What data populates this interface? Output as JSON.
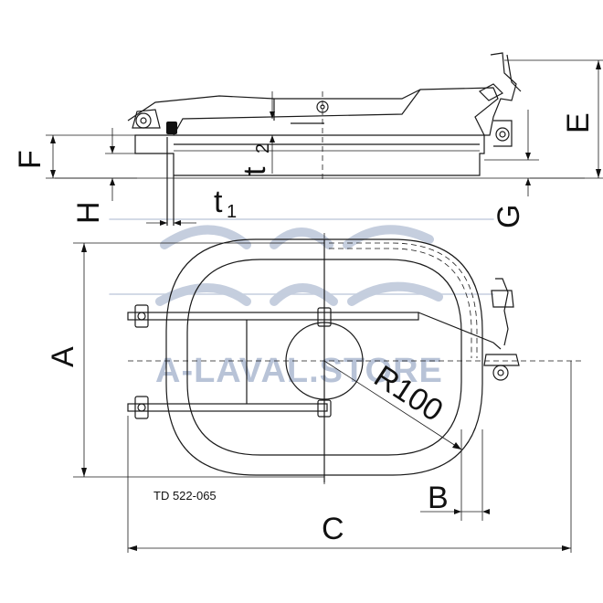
{
  "labels": {
    "A": "A",
    "B": "B",
    "C": "C",
    "E": "E",
    "F": "F",
    "G": "G",
    "H": "H",
    "t1_main": "t",
    "t1_sub": "1",
    "t2_main": "t",
    "t2_sub": "2",
    "radius": "R100"
  },
  "drawing_code": "TD 522-065",
  "watermark": "A-LAVAL.STORE",
  "colors": {
    "line": "#1a1a1a",
    "watermark": "#7f93b8",
    "background": "#ffffff"
  }
}
